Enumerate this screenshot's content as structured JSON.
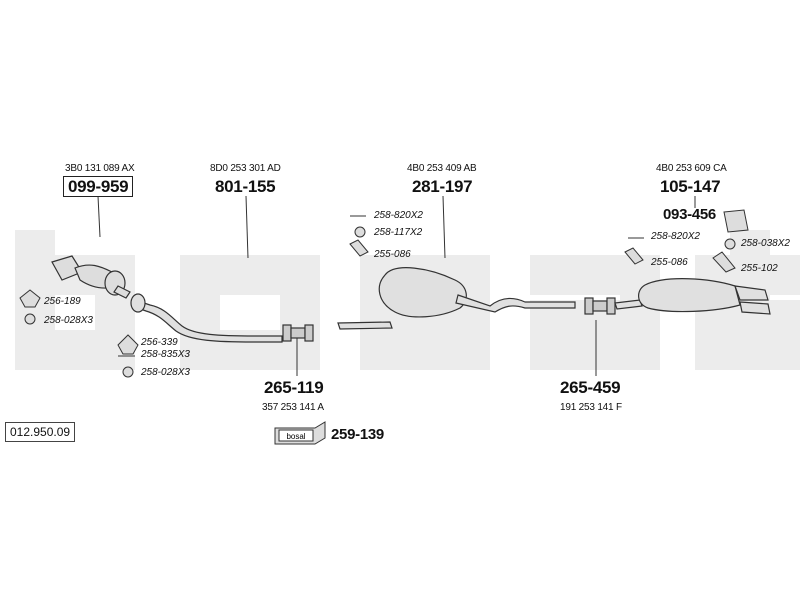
{
  "reference_number": "012.950.09",
  "brand": "bosal",
  "parts": [
    {
      "oem": "3B0 131 089 AX",
      "number": "099-959",
      "boxed": true
    },
    {
      "oem": "8D0 253 301 AD",
      "number": "801-155",
      "boxed": false
    },
    {
      "oem": "4B0 253 409 AB",
      "number": "281-197",
      "boxed": false
    },
    {
      "oem": "4B0 253 609 CA",
      "number": "105-147",
      "boxed": false
    },
    {
      "oem": "357 253 141 A",
      "number": "265-119",
      "boxed": false
    },
    {
      "oem": "191 253 141 F",
      "number": "265-459",
      "boxed": false
    }
  ],
  "bracket_number": "093-456",
  "kit_number": "259-139",
  "accessories": {
    "front": [
      "256-189",
      "258-028X3",
      "256-339",
      "258-835X3",
      "258-028X3"
    ],
    "middle": [
      "258-820X2",
      "258-117X2",
      "255-086"
    ],
    "rear": [
      "258-820X2",
      "255-086",
      "258-038X2",
      "255-102"
    ]
  }
}
